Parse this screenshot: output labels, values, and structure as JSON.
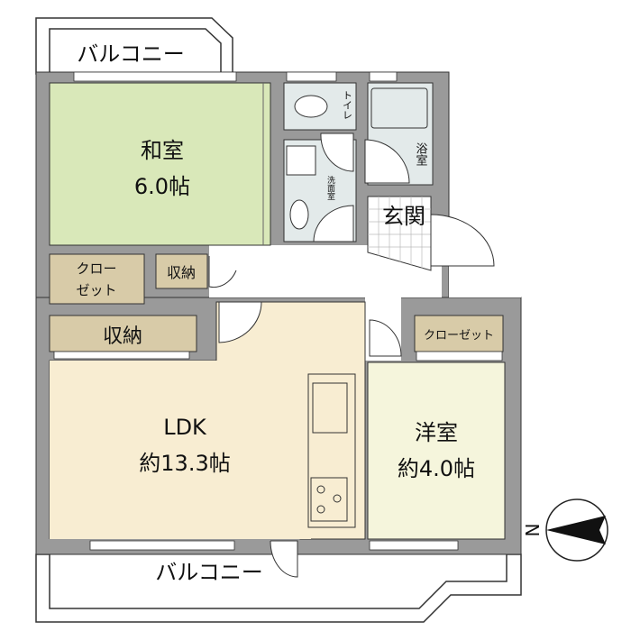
{
  "rooms": {
    "balcony_top": "バルコニー",
    "balcony_bottom": "バルコニー",
    "washitsu": {
      "name": "和室",
      "size": "6.0帖"
    },
    "toilet": "トイレ",
    "bath": "浴室",
    "washroom": "洗面室",
    "genkan": "玄関",
    "closet_left": {
      "line1": "クロー",
      "line2": "ゼット"
    },
    "storage_small": "収納",
    "storage_large": "収納",
    "ldk": {
      "name": "LDK",
      "size": "約13.3帖"
    },
    "yoshitsu": {
      "name": "洋室",
      "size": "約4.0帖"
    },
    "closet_right": "クローゼット"
  },
  "compass": {
    "label": "N",
    "direction": "west"
  },
  "colors": {
    "wall": "#9a9a9a",
    "washitsu": "#d9e8b9",
    "ldk": "#f8edd2",
    "yoshitsu": "#f5f5dc",
    "storage": "#d8cba8",
    "wet_area": "#e3eaea"
  }
}
